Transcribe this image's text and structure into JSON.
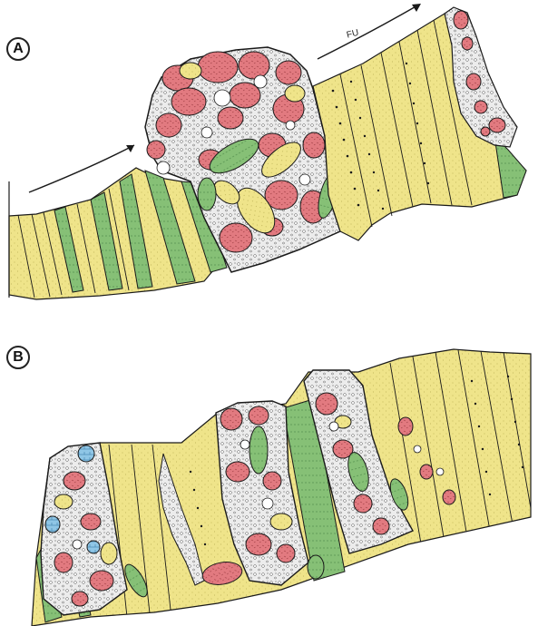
{
  "panels": [
    {
      "label": "A",
      "flow_label": "FU"
    },
    {
      "label": "B"
    }
  ],
  "colors": {
    "sediment_yellow": "#efe48a",
    "sediment_green": "#86c076",
    "clast_red": "#e27a80",
    "clast_blue": "#8fc6e6",
    "matrix_gray": "#e9e9e9",
    "outline": "#1a1a1a"
  }
}
